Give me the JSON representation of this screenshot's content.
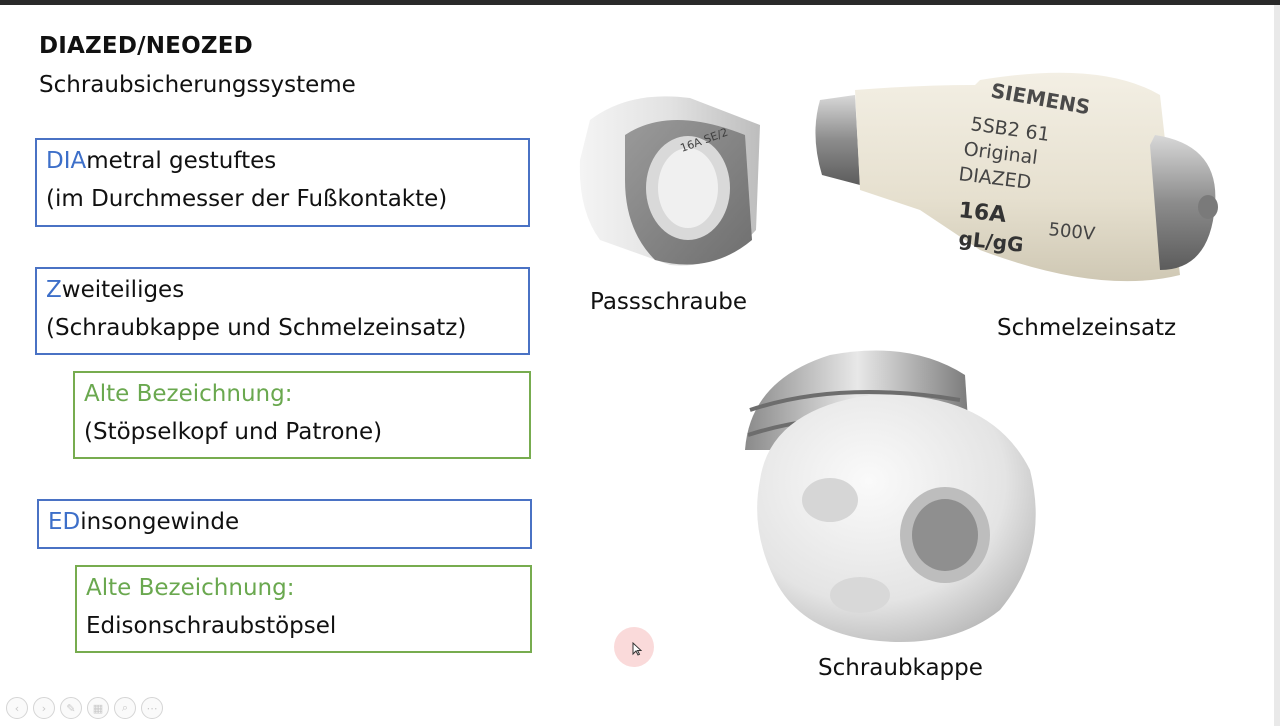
{
  "slide": {
    "title": "DIAZED/NEOZED",
    "subtitle": "Schraubsicherungssysteme"
  },
  "boxes": {
    "dia": {
      "highlight": "DIA",
      "rest": "metral gestuftes",
      "line2": "(im Durchmesser der Fußkontakte)"
    },
    "z": {
      "highlight": "Z",
      "rest": "weiteiliges",
      "line2": "(Schraubkappe und Schmelzeinsatz)"
    },
    "alt1": {
      "label": "Alte Bezeichnung:",
      "line2": "(Stöpselkopf und Patrone)"
    },
    "ed": {
      "highlight": "ED",
      "rest": "insongewinde"
    },
    "alt2": {
      "label": "Alte Bezeichnung:",
      "line2": "Edisonschraubstöpsel"
    }
  },
  "captions": {
    "passschraube": "Passschraube",
    "schmelzeinsatz": "Schmelzeinsatz",
    "schraubkappe": "Schraubkappe"
  },
  "fuse_print": {
    "brand": "SIEMENS",
    "model": "5SB2 61",
    "original": "Original",
    "type": "DIAZED",
    "current": "16A",
    "voltage": "500V",
    "class": "gL/gG"
  },
  "passschraube_print": "16A SE/2",
  "colors": {
    "accent_blue": "#3d6fc9",
    "accent_green": "#6aa84f"
  },
  "toolbar": {
    "icons": [
      "prev-icon",
      "next-icon",
      "pen-icon",
      "slides-icon",
      "zoom-icon",
      "more-icon"
    ]
  }
}
